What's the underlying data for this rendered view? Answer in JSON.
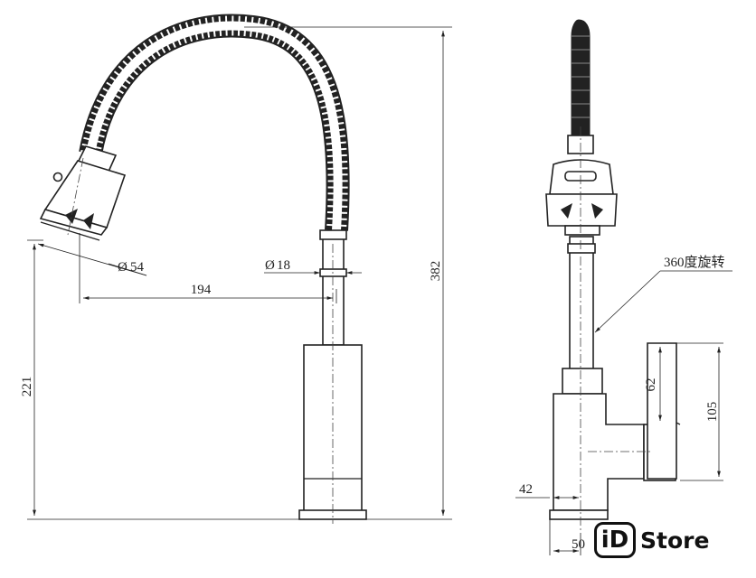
{
  "dimensions": {
    "d_head": "54",
    "d_pipe": "18",
    "reach": "194",
    "height_total": "382",
    "height_base": "221",
    "rotation_note": "360度旋转",
    "handle_height": "62",
    "body_height": "105",
    "side_offset": "42",
    "base_width": "50"
  },
  "diameter_symbol": "Ø",
  "logo": {
    "mark": "iD",
    "word": "Store"
  }
}
